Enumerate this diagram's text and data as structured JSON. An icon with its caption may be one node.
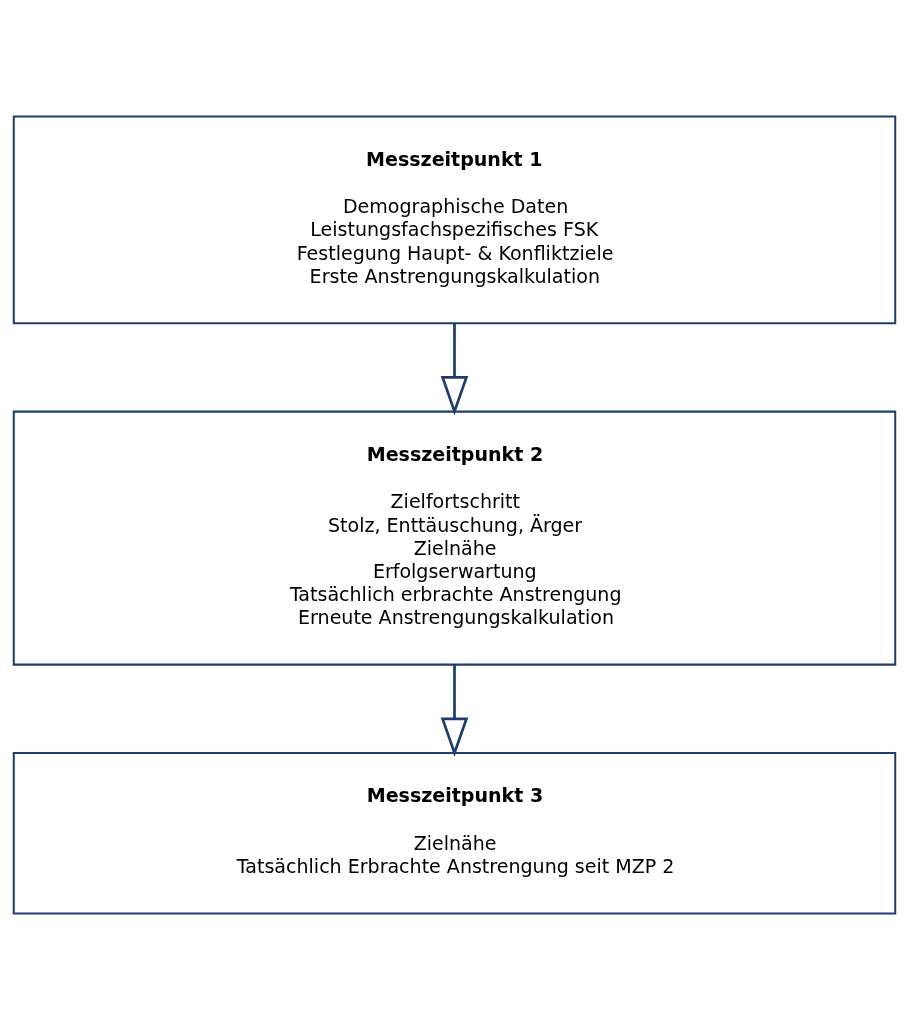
{
  "diagram": {
    "nodes": [
      {
        "text": [
          "Messzeitpunkt 1",
          "Demographische Daten",
          "Leistungsfachspezifisches FSK",
          "Festlegung Haupt- & Konfliktziele",
          "Erste Anstrengungskalkulation"
        ]
      },
      {
        "text": [
          "Messzeitpunkt 2",
          "Zielfortschritt",
          "Stolz, Enttäuschung, Ärger",
          "Zielnähe",
          "Erfolgserwartung",
          "Tatsächlich erbrachte Anstrengung",
          "Erneute Anstrengungskalkulation"
        ]
      },
      {
        "text": [
          "Messzeitpunkt 3",
          "Zielnähe",
          "Tatsächlich Erbrachte Anstrengung seit MZP 2"
        ]
      }
    ],
    "edges": [
      {
        "from": 0,
        "to": 1,
        "arrow": "to"
      },
      {
        "from": 1,
        "to": 2,
        "arrow": "to"
      }
    ]
  }
}
